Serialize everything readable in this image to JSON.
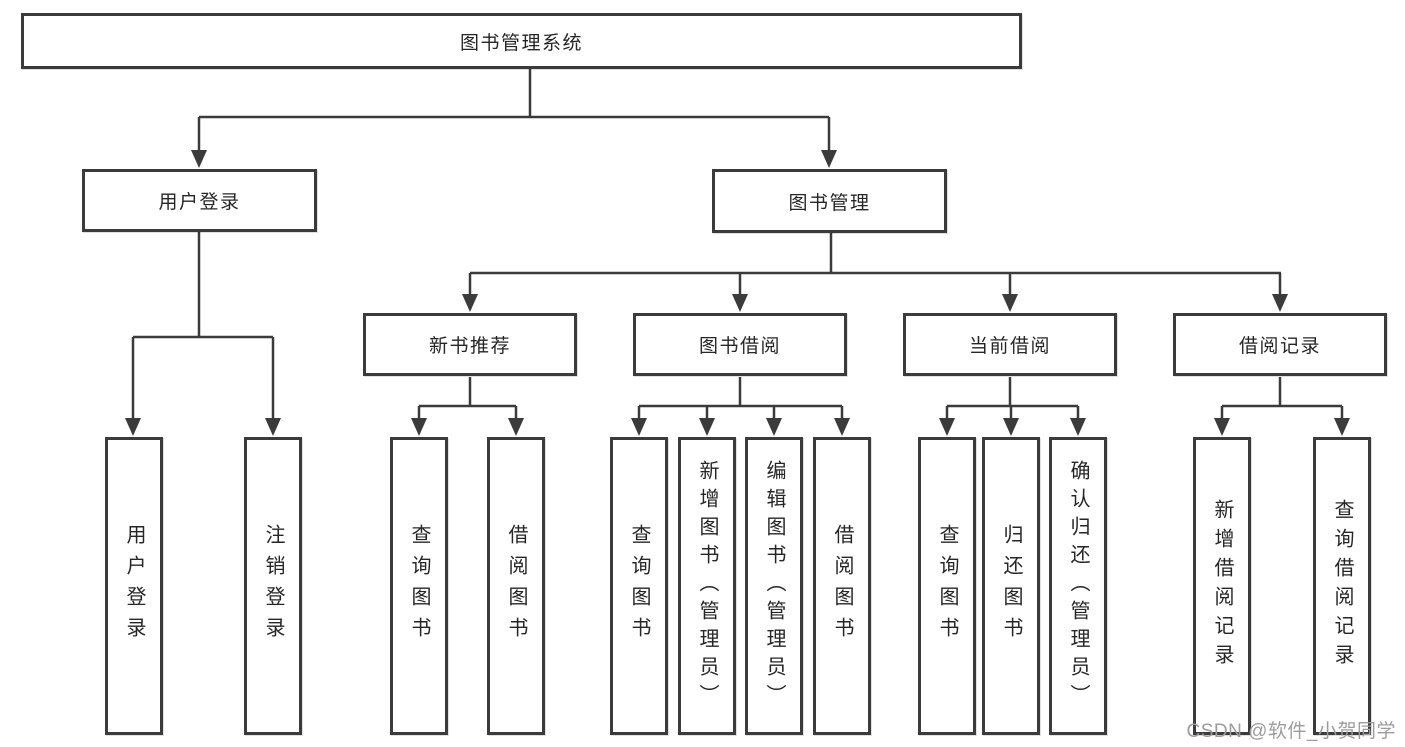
{
  "diagram": {
    "type": "hierarchy-tree",
    "orientation": "top-down"
  },
  "nodes": {
    "root": {
      "label": "图书管理系统"
    },
    "user_login": {
      "label": "用户登录"
    },
    "book_management": {
      "label": "图书管理"
    },
    "new_book_recommend": {
      "label": "新书推荐"
    },
    "book_borrowing": {
      "label": "图书借阅"
    },
    "current_borrowing": {
      "label": "当前借阅"
    },
    "borrowing_records": {
      "label": "借阅记录"
    },
    "leaf_user_login": {
      "label": "用户登录"
    },
    "leaf_logout": {
      "label": "注销登录"
    },
    "leaf_nbr_query_books": {
      "label": "查询图书"
    },
    "leaf_nbr_borrow_books": {
      "label": "借阅图书"
    },
    "leaf_bb_query_books": {
      "label": "查询图书"
    },
    "leaf_bb_add_books_admin": {
      "label": "新增图书（管理员）"
    },
    "leaf_bb_edit_books_admin": {
      "label": "编辑图书（管理员）"
    },
    "leaf_bb_borrow_books": {
      "label": "借阅图书"
    },
    "leaf_cb_query_books": {
      "label": "查询图书"
    },
    "leaf_cb_return_books": {
      "label": "归还图书"
    },
    "leaf_cb_confirm_return_admin": {
      "label": "确认归还（管理员）"
    },
    "leaf_br_add_record": {
      "label": "新增借阅记录"
    },
    "leaf_br_query_record": {
      "label": "查询借阅记录"
    }
  },
  "hierarchy": {
    "图书管理系统": {
      "用户登录": [
        "用户登录",
        "注销登录"
      ],
      "图书管理": {
        "新书推荐": [
          "查询图书",
          "借阅图书"
        ],
        "图书借阅": [
          "查询图书",
          "新增图书（管理员）",
          "编辑图书（管理员）",
          "借阅图书"
        ],
        "当前借阅": [
          "查询图书",
          "归还图书",
          "确认归还（管理员）"
        ],
        "借阅记录": [
          "新增借阅记录",
          "查询借阅记录"
        ]
      }
    }
  },
  "watermark": {
    "text": "CSDN @软件_小贺同学"
  },
  "colors": {
    "background": "#ffffff",
    "box_border": "#3b3b3b",
    "connector_line": "#3b3b3b",
    "text": "#262626",
    "watermark_text": "#9c9c9c"
  }
}
